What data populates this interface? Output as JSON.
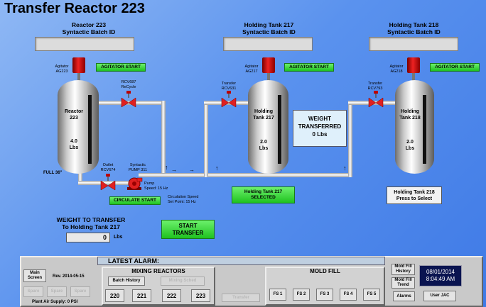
{
  "title": "Transfer Reactor 223",
  "reactor": {
    "header_line1": "Reactor 223",
    "header_line2": "Syntactic Batch ID",
    "agitator_label1": "Agitator",
    "agitator_label2": "AG223",
    "agitator_btn": "AGITATOR START",
    "name_line1": "Reactor",
    "name_line2": "223",
    "weight_value": "4.0",
    "weight_unit": "Lbs",
    "full_label": "FULL  36\""
  },
  "tank217": {
    "header_line1": "Holding Tank 217",
    "header_line2": "Syntactic Batch ID",
    "agitator_label1": "Agitator",
    "agitator_label2": "AG217",
    "agitator_btn": "AGITATOR START",
    "name_line1": "Holding",
    "name_line2": "Tank 217",
    "weight_value": "2.0",
    "weight_unit": "Lbs",
    "select_line1": "Holding Tank 217",
    "select_line2": "SELECTED"
  },
  "tank218": {
    "header_line1": "Holding Tank 218",
    "header_line2": "Syntactic Batch ID",
    "agitator_label1": "Agitator",
    "agitator_label2": "AG218",
    "agitator_btn": "AGITATOR START",
    "name_line1": "Holding",
    "name_line2": "Tank 218",
    "weight_value": "2.0",
    "weight_unit": "Lbs",
    "select_line1": "Holding Tank 218",
    "select_line2": "Press to Select"
  },
  "valves": {
    "recycle_line1": "RCV687",
    "recycle_line2": "ReCycle",
    "outlet_line1": "Outlet",
    "outlet_line2": "RCV674",
    "transfer217_line1": "Transfer",
    "transfer217_line2": "RCV631",
    "transfer218_line1": "Transfer",
    "transfer218_line2": "RCV793"
  },
  "pump": {
    "label_line1": "Syntactic",
    "label_line2": "PUMP 311",
    "speed_line1": "Pump",
    "speed_line2": "Speed: 15 Hz",
    "circ_line1": "Circulation Speed",
    "circ_line2": "Set Point: 15   Hz",
    "circulate_btn": "CIRCULATE START"
  },
  "weight_transferred": {
    "line1": "WEIGHT",
    "line2": "TRANSFERRED",
    "value": "0 Lbs"
  },
  "weight_to_transfer": {
    "line1": "WEIGHT TO TRANSFER",
    "line2": "To Holding Tank 217",
    "value": "0",
    "unit": "Lbs"
  },
  "start_transfer": {
    "line1": "START",
    "line2": "TRANSFER"
  },
  "footer": {
    "latest_alarm": "LATEST ALARM:",
    "main_screen_line1": "Main",
    "main_screen_line2": "Screen",
    "rev": "Rev. 2014-05-15",
    "spare_buttons": [
      "Spare",
      "Spare",
      "Spare"
    ],
    "plant_air": "Plant Air Supply: 0 PSI",
    "mixing_reactors_title": "MIXING REACTORS",
    "batch_history": "Batch History",
    "mixing_sched": "Mixing Sched",
    "reactors": [
      "220",
      "221",
      "222",
      "223"
    ],
    "transfer_dim": "Transfer",
    "mold_fill_title": "MOLD FILL",
    "fill_stations": [
      "FS 1",
      "FS 2",
      "FS 3",
      "FS 4",
      "FS 5"
    ],
    "mold_fill_history_line1": "Mold Fill",
    "mold_fill_history_line2": "History",
    "mold_fill_trend_line1": "Mold Fill",
    "mold_fill_trend_line2": "Trend",
    "alarms": "Alarms",
    "date": "08/01/2014",
    "time": "8:04:49 AM",
    "user": "User JAC"
  }
}
